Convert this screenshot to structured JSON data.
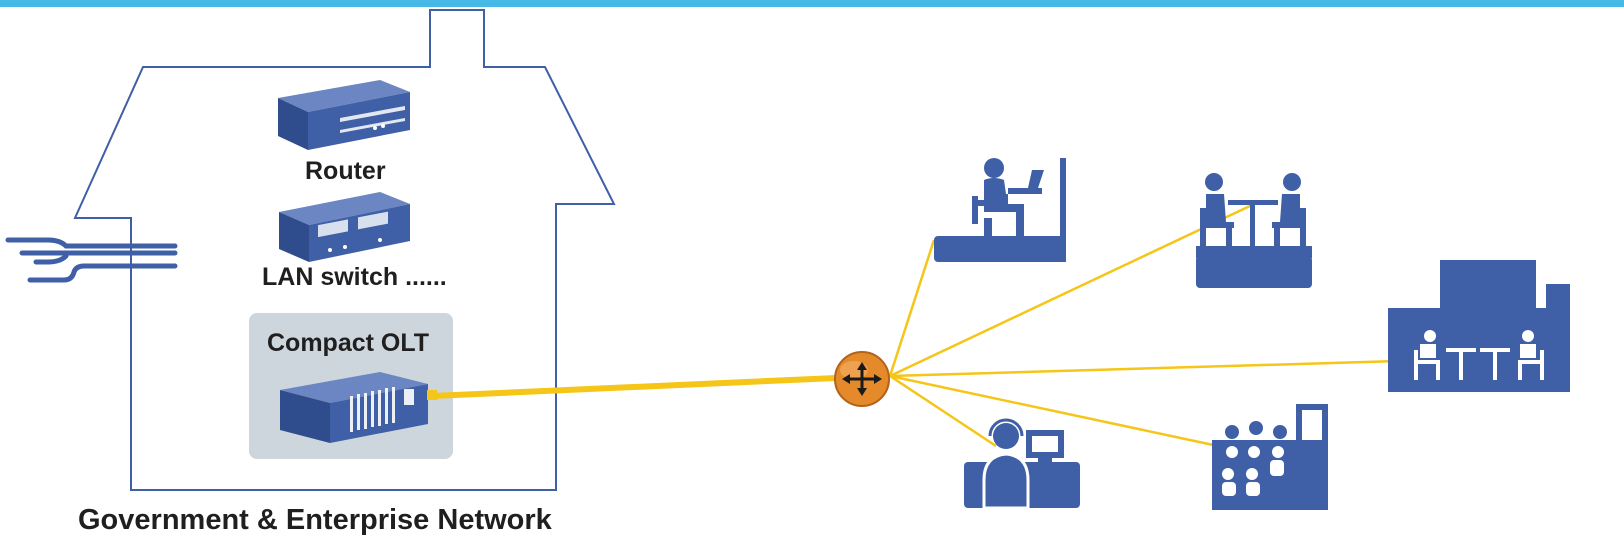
{
  "labels": {
    "router": "Router",
    "lan_switch": "LAN switch ......",
    "compact_olt": "Compact OLT",
    "network": "Government & Enterprise Network"
  },
  "colors": {
    "accent_bar": "#46b9e6",
    "device_blue": "#3f5fa6",
    "fiber_yellow": "#f5c518",
    "olt_panel": "#cdd5dd",
    "splitter_orange": "#e58a2a"
  },
  "icons": [
    "router-device-icon",
    "lan-switch-device-icon",
    "compact-olt-device-icon",
    "optical-splitter-icon",
    "office-desk-user-icon",
    "meeting-pair-icon",
    "conference-building-icon",
    "call-center-agent-icon",
    "classroom-audience-icon"
  ]
}
